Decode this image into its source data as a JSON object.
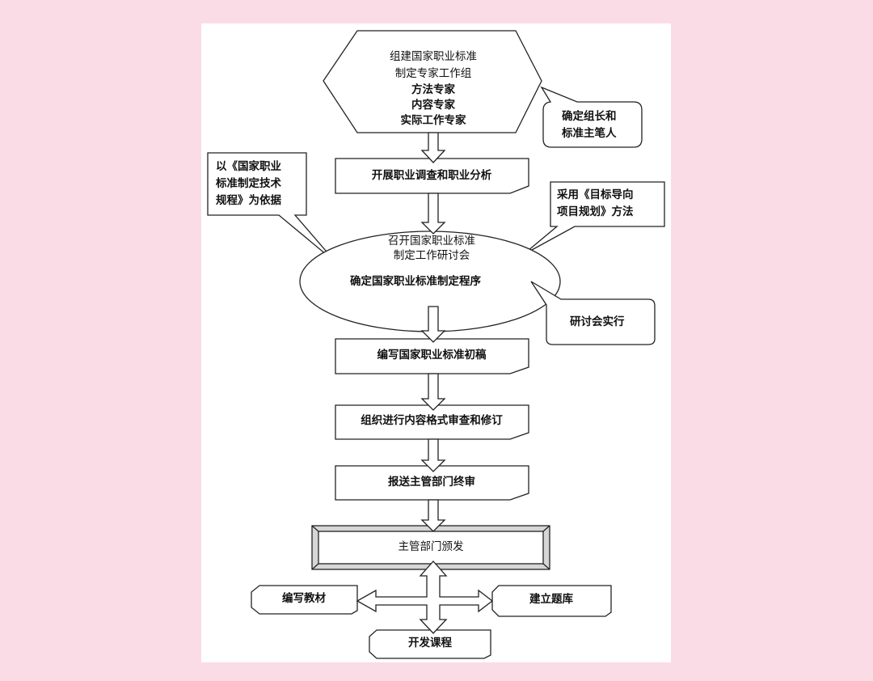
{
  "hexagon": {
    "line1": "组建国家职业标准",
    "line2": "制定专家工作组",
    "line3": "方法专家",
    "line4": "内容专家",
    "line5": "实际工作专家"
  },
  "callouts": {
    "leader": "确定组长和\n标准主笔人",
    "basis": "以《国家职业\n标准制定技术\n规程》为依据",
    "method": "采用《目标导向\n项目规划》方法",
    "seminar_run": "研讨会实行"
  },
  "steps": {
    "survey": "开展职业调查和职业分析",
    "ellipse_line1": "召开国家职业标准",
    "ellipse_line2": "制定工作研讨会",
    "ellipse_line3": "确定国家职业标准制定程序",
    "draft": "编写国家职业标准初稿",
    "review": "组织进行内容格式审查和修订",
    "submit": "报送主管部门终审",
    "publish": "主管部门颁发",
    "textbook": "编写教材",
    "question_bank": "建立题库",
    "course": "开发课程"
  }
}
